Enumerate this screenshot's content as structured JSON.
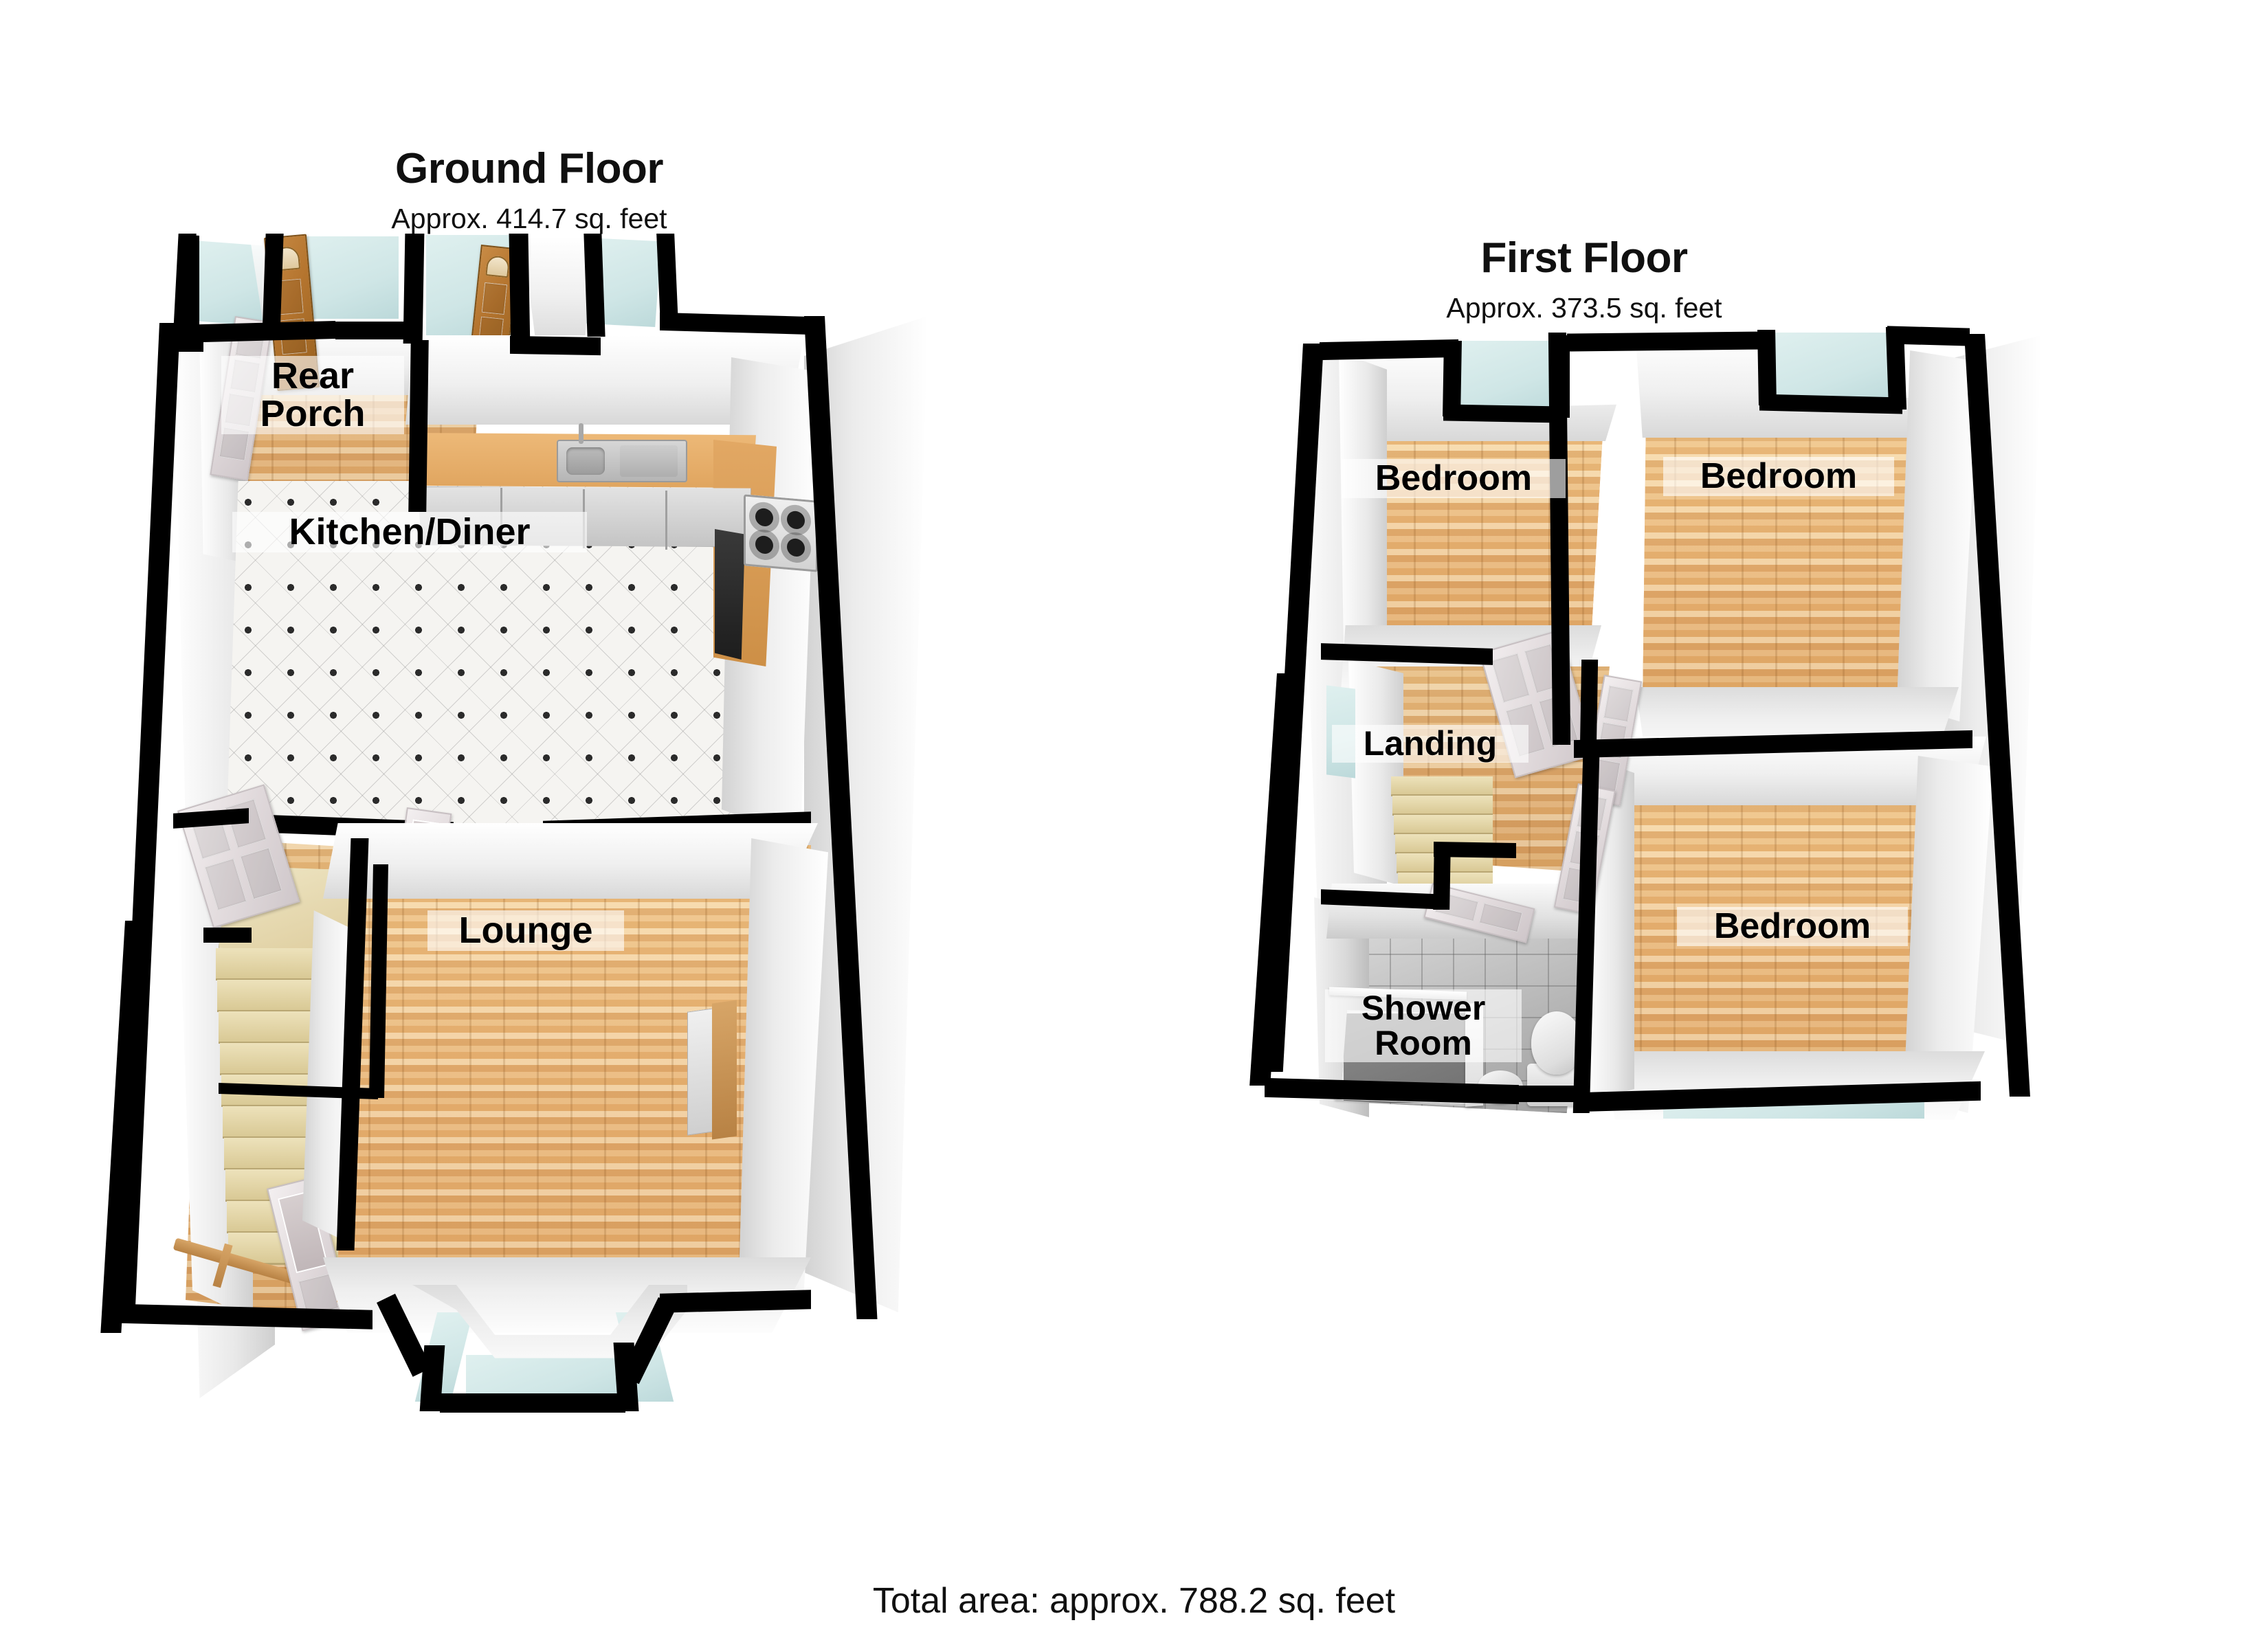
{
  "document": {
    "type": "3d-floor-plan",
    "total_area_text": "Total area: approx. 788.2 sq. feet"
  },
  "floors": [
    {
      "id": "ground",
      "title": "Ground Floor",
      "area_text": "Approx. 414.7 sq. feet",
      "rooms": [
        {
          "id": "rear-porch",
          "label": "Rear\nPorch",
          "floor_finish": "wood"
        },
        {
          "id": "kitchen-diner",
          "label": "Kitchen/Diner",
          "floor_finish": "tile"
        },
        {
          "id": "lounge",
          "label": "Lounge",
          "floor_finish": "wood"
        }
      ],
      "features": [
        "front-door",
        "rear-door",
        "internal-doors",
        "staircase",
        "bay-window",
        "kitchen-units",
        "sink",
        "gas-hob",
        "radiator"
      ]
    },
    {
      "id": "first",
      "title": "First Floor",
      "area_text": "Approx. 373.5 sq. feet",
      "rooms": [
        {
          "id": "bedroom-1",
          "label": "Bedroom",
          "floor_finish": "wood"
        },
        {
          "id": "bedroom-2",
          "label": "Bedroom",
          "floor_finish": "wood"
        },
        {
          "id": "bedroom-3",
          "label": "Bedroom",
          "floor_finish": "wood"
        },
        {
          "id": "landing",
          "label": "Landing",
          "floor_finish": "wood"
        },
        {
          "id": "shower-room",
          "label": "Shower\nRoom",
          "floor_finish": "grey-tile"
        }
      ],
      "features": [
        "staircase-down",
        "internal-doors",
        "windows",
        "toilet",
        "wash-basin",
        "shower-tray"
      ]
    }
  ],
  "colors": {
    "wall": "#000000",
    "wood_floor": "#e2ab72",
    "tile_floor": "#f5f4f1",
    "grey_tile": "#c9c9c9",
    "window_glass": "#cfe6e6",
    "wall_face": "#ffffff",
    "text": "#101010",
    "label_background": "rgba(255,255,255,0.62)"
  }
}
